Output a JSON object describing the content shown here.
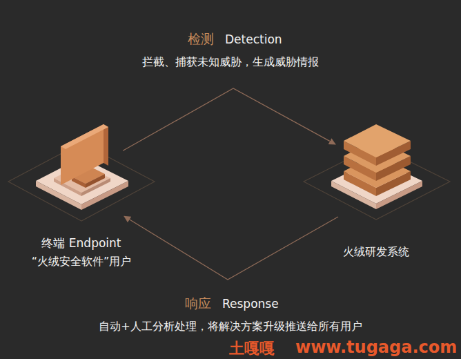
{
  "diagram": {
    "nodes": [
      {
        "text": [
          "终端 Endpoint",
          "“火绒安全软件”用户"
        ]
      },
      {
        "text": [
          "火绒研发系统"
        ]
      }
    ],
    "edges": [
      {
        "from": 0,
        "to": 1,
        "arrow": "to"
      },
      {
        "from": 1,
        "to": 0,
        "arrow": "to"
      }
    ],
    "labels": [
      "检测",
      "Detection",
      "拦截、捕获未知威胁，生成威胁情报",
      "响应",
      "Response",
      "自动+人工分析处理，将解决方案升级推送给所有用户",
      "土嘎嘎",
      "www.tugaga.com"
    ]
  }
}
